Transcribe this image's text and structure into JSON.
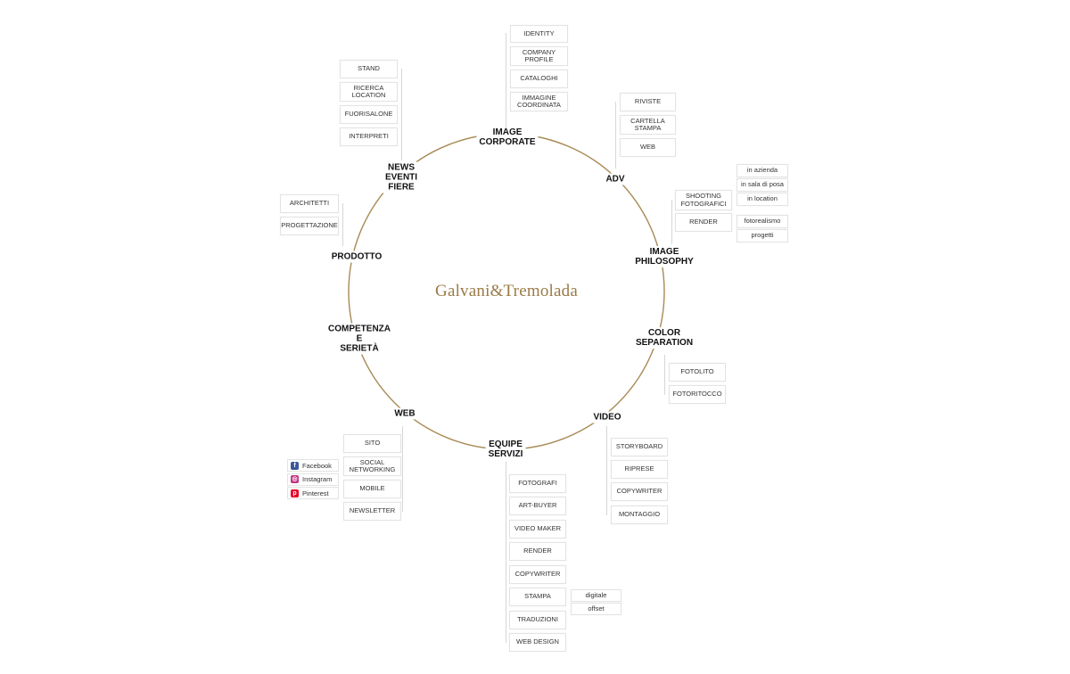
{
  "brand": "Galvani&Tremolada",
  "colors": {
    "ring": "#a88a55",
    "brand": "#9a7a45",
    "facebook": "#3b5998",
    "instagram": "#c13584",
    "pinterest": "#e60023"
  },
  "nodes": {
    "image_corporate": "IMAGE\nCORPORATE",
    "adv": "ADV",
    "image_philosophy": "IMAGE\nPHILOSOPHY",
    "color_separation": "COLOR\nSEPARATION",
    "video": "VIDEO",
    "equipe_servizi": "EQUIPE\nSERVIZI",
    "web": "WEB",
    "competenza": "COMPETENZA\nE\nSERIETÀ",
    "prodotto": "PRODOTTO",
    "news": "NEWS\nEVENTI\nFIERE"
  },
  "image_corporate": [
    "IDENTITY",
    "COMPANY\nPROFILE",
    "CATALOGHI",
    "IMMAGINE\nCOORDINATA"
  ],
  "adv": [
    "RIVISTE",
    "CARTELLA\nSTAMPA",
    "WEB"
  ],
  "image_philosophy": {
    "shooting": "SHOOTING\nFOTOGRAFICI",
    "shooting_sub": [
      "in azienda",
      "in sala di posa",
      "in location"
    ],
    "render": "RENDER",
    "render_sub": [
      "fotorealismo",
      "progetti"
    ]
  },
  "color_separation": [
    "FOTOLITO",
    "FOTORITOCCO"
  ],
  "video": [
    "STORYBOARD",
    "RIPRESE",
    "COPYWRITER",
    "MONTAGGIO"
  ],
  "equipe_servizi": [
    "FOTOGRAFI",
    "ART-BUYER",
    "VIDEO MAKER",
    "RENDER",
    "COPYWRITER",
    "STAMPA",
    "TRADUZIONI",
    "WEB DESIGN"
  ],
  "stampa_sub": [
    "digitale",
    "offset"
  ],
  "web": [
    "SITO",
    "SOCIAL\nNETWORKING",
    "MOBILE",
    "NEWSLETTER"
  ],
  "social": [
    {
      "label": "Facebook",
      "icon": "facebook-icon"
    },
    {
      "label": "Instagram",
      "icon": "instagram-icon"
    },
    {
      "label": "Pinterest",
      "icon": "pinterest-icon"
    }
  ],
  "prodotto": [
    "ARCHITETTI",
    "PROGETTAZIONE"
  ],
  "news": [
    "STAND",
    "RICERCA\nLOCATION",
    "FUORISALONE",
    "INTERPRETI"
  ]
}
